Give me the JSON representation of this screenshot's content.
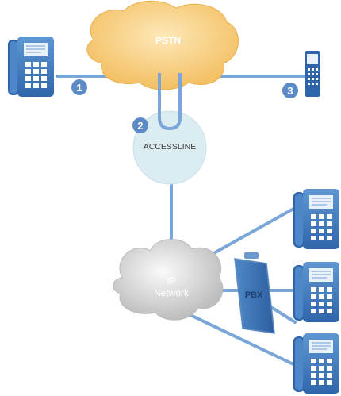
{
  "pstn": {
    "label": "PSTN"
  },
  "accessline": {
    "label": "ACCESSLINE"
  },
  "ip_network": {
    "line1": "IP",
    "line2": "Network"
  },
  "pbx": {
    "label": "PBX"
  },
  "badges": [
    {
      "number": "1"
    },
    {
      "number": "2"
    },
    {
      "number": "3"
    }
  ],
  "colors": {
    "line_blue": "#7aa6d8",
    "badge_blue": "#5b8bc6",
    "phone_blue": "#3f79bd",
    "pstn_orange": "#f5c979",
    "accessline_fill": "#dcedf2",
    "cloud_gray": "#d2d2d2"
  }
}
